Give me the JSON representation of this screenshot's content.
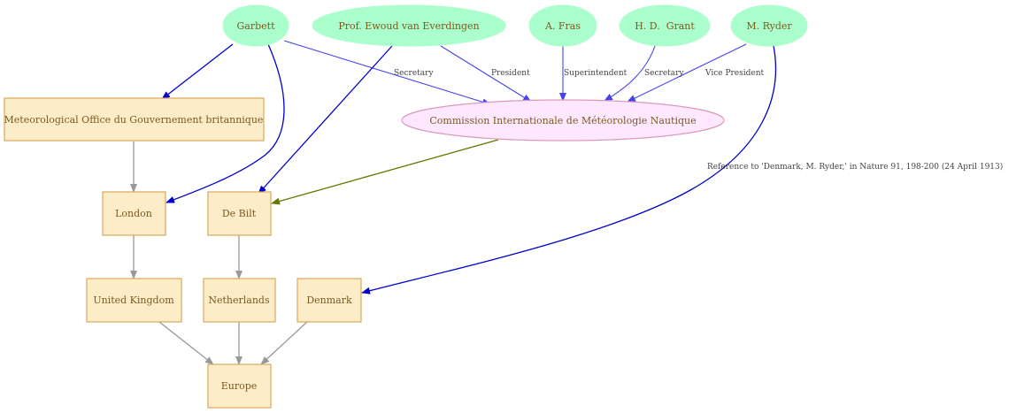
{
  "people": {
    "garbett": "Garbett",
    "everdingen": "Prof. Ewoud van Everdingen",
    "fras": "A. Fras",
    "grant": "H. D.  Grant",
    "ryder": "M. Ryder"
  },
  "organizations": {
    "met_office": "Meteorological Office du Gouvernement britannique",
    "commission": "Commission Internationale de Météorologie Nautique"
  },
  "places": {
    "london": "London",
    "de_bilt": "De Bilt",
    "united_kingdom": "United Kingdom",
    "netherlands": "Netherlands",
    "denmark": "Denmark",
    "europe": "Europe"
  },
  "edge_labels": {
    "garbett_commission": "Secretary",
    "everdingen_commission": "President",
    "fras_commission": "Superintendent",
    "grant_commission": "Secretary",
    "ryder_commission": "Vice President",
    "ryder_denmark": "Reference to 'Denmark, M. Ryder,' in Nature 91, 198-200 (24 April 1913)"
  },
  "colors": {
    "person_edge": "#0000cc",
    "role_edge": "#4444ee",
    "commission_edge": "#667700",
    "place_edge": "#999999"
  }
}
